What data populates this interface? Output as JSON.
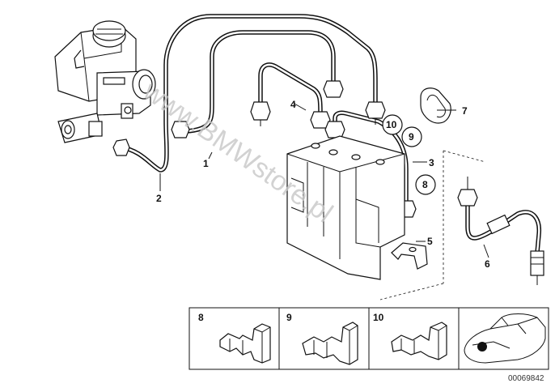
{
  "diagram": {
    "callouts": [
      {
        "id": "1",
        "text": "1"
      },
      {
        "id": "2",
        "text": "2"
      },
      {
        "id": "3",
        "text": "3"
      },
      {
        "id": "4",
        "text": "4"
      },
      {
        "id": "5",
        "text": "5"
      },
      {
        "id": "6",
        "text": "6"
      },
      {
        "id": "7",
        "text": "7"
      }
    ],
    "circled": [
      {
        "id": "10",
        "text": "10"
      },
      {
        "id": "9",
        "text": "9"
      },
      {
        "id": "8",
        "text": "8"
      }
    ],
    "inset_boxes": [
      {
        "id": "8",
        "text": "8"
      },
      {
        "id": "9",
        "text": "9"
      },
      {
        "id": "10",
        "text": "10"
      }
    ],
    "watermark": "www.BMWstore.pl",
    "diagram_code": "00069842"
  }
}
